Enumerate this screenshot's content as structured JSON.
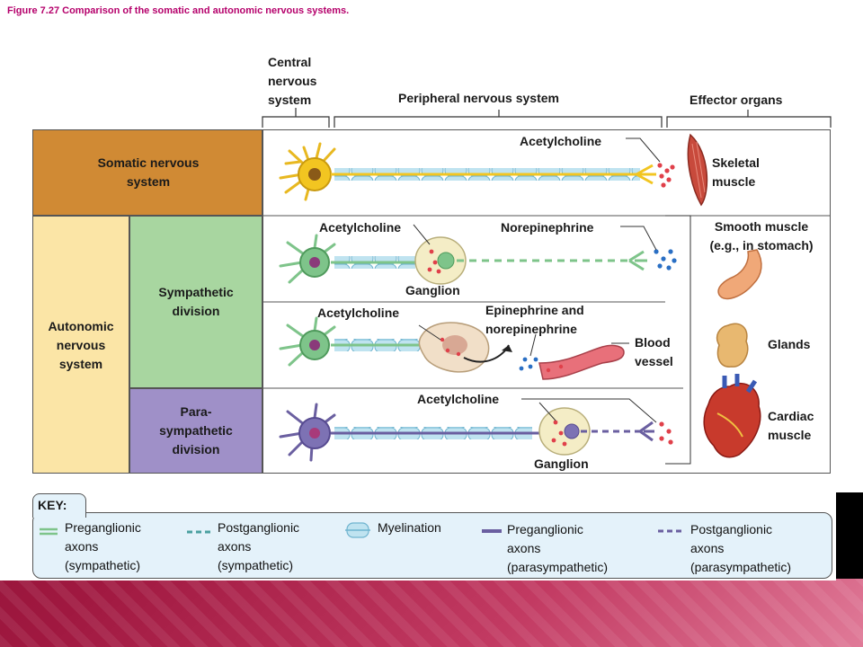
{
  "caption": "Figure 7.27 Comparison of the somatic and autonomic nervous systems.",
  "headers": {
    "cns": [
      "Central",
      "nervous",
      "system"
    ],
    "pns": "Peripheral  nervous  system",
    "effectors": "Effector  organs"
  },
  "rows": {
    "somatic": [
      "Somatic  nervous",
      "system"
    ],
    "autonomic": [
      "Autonomic",
      "nervous",
      "system"
    ],
    "sympathetic": [
      "Sympathetic",
      "division"
    ],
    "parasympathetic": [
      "Para-",
      "sympathetic",
      "division"
    ]
  },
  "labels": {
    "ach_somatic": "Acetylcholine",
    "ach_symp1": "Acetylcholine",
    "norepinephrine": "Norepinephrine",
    "ganglion_symp": "Ganglion",
    "ach_symp2": "Acetylcholine",
    "epinephrine": [
      "Epinephrine  and",
      "norepinephrine"
    ],
    "blood_vessel": [
      "Blood",
      "vessel"
    ],
    "ach_para": "Acetylcholine",
    "ganglion_para": "Ganglion"
  },
  "organs": {
    "skeletal": [
      "Skeletal",
      "muscle"
    ],
    "smooth": [
      "Smooth  muscle",
      "(e.g.,  in  stomach)"
    ],
    "glands": "Glands",
    "cardiac": [
      "Cardiac",
      "muscle"
    ]
  },
  "key": {
    "title": "KEY:",
    "items": [
      [
        "Preganglionic",
        "axons",
        "(sympathetic)"
      ],
      [
        "Postganglionic",
        "axons",
        "(sympathetic)"
      ],
      [
        "Myelination"
      ],
      [
        "Preganglionic",
        "axons",
        "(parasympathetic)"
      ],
      [
        "Postganglionic",
        "axons",
        "(parasympathetic)"
      ]
    ]
  },
  "colors": {
    "somatic_fill": "#d08a34",
    "autonomic_fill": "#fbe5a6",
    "sympathetic_fill": "#a8d6a0",
    "parasympathetic_fill": "#9f90c8",
    "sympathetic_axon": "#7ec48a",
    "parasympathetic_axon": "#6a5fa0",
    "myelin": "#bfe3f0",
    "transmitter": "#e0404a",
    "norepinephrine_dots": "#2a6fc4",
    "somatic_neuron": "#f2c521"
  }
}
